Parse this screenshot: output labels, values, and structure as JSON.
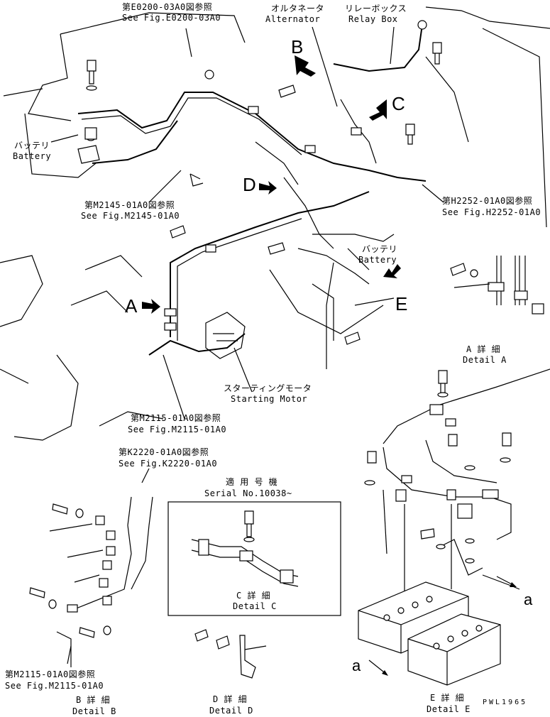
{
  "callouts": {
    "fig_e0200_jp": "第E0200-03A0図参照",
    "fig_e0200_en": "See Fig.E0200-03A0",
    "alternator_jp": "オルタネータ",
    "alternator_en": "Alternator",
    "relay_box_jp": "リレーボックス",
    "relay_box_en": "Relay Box",
    "battery_left_jp": "バッテリ",
    "battery_left_en": "Battery",
    "fig_m2145_jp": "第M2145-01A0図参照",
    "fig_m2145_en": "See Fig.M2145-01A0",
    "fig_h2252_jp": "第H2252-01A0図参照",
    "fig_h2252_en": "See Fig.H2252-01A0",
    "battery_right_jp": "バッテリ",
    "battery_right_en": "Battery",
    "starting_motor_jp": "スターティングモータ",
    "starting_motor_en": "Starting Motor",
    "fig_m2115_jp": "第M2115-01A0図参照",
    "fig_m2115_en": "See Fig.M2115-01A0",
    "fig_k2220_jp": "第K2220-01A0図参照",
    "fig_k2220_en": "See Fig.K2220-01A0",
    "fig_m2115_b_jp": "第M2115-01A0図参照",
    "fig_m2115_b_en": "See Fig.M2115-01A0"
  },
  "view_letters": {
    "a": "A",
    "b": "B",
    "c": "C",
    "d": "D",
    "e": "E",
    "small_a_right": "a",
    "small_a_left": "a"
  },
  "details": {
    "a_jp": "A 詳 細",
    "a_en": "Detail A",
    "b_jp": "B 詳 細",
    "b_en": "Detail B",
    "c_jp": "C 詳 細",
    "c_en": "Detail C",
    "d_jp": "D 詳 細",
    "d_en": "Detail D",
    "e_jp": "E 詳 細",
    "e_en": "Detail E"
  },
  "serial": {
    "jp": "適 用 号 機",
    "en": "Serial No.10038~"
  },
  "drawing_code": "PWL1965"
}
